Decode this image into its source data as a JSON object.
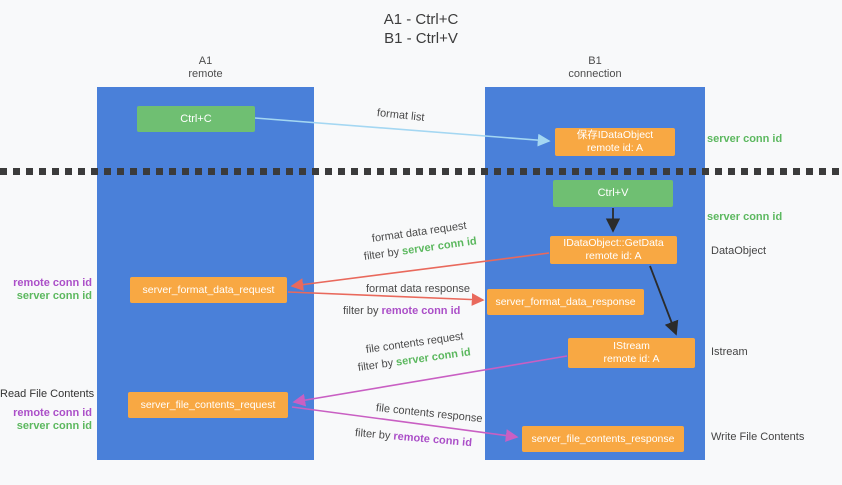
{
  "title": {
    "line1": "A1 - Ctrl+C",
    "line2": "B1 - Ctrl+V"
  },
  "lanes": {
    "left": {
      "name": "A1",
      "subtitle": "remote"
    },
    "right": {
      "name": "B1",
      "subtitle": "connection"
    }
  },
  "nodes": {
    "ctrl_c": "Ctrl+C",
    "save_idataobject": {
      "line1": "保存IDataObject",
      "line2": "remote id: A"
    },
    "ctrl_v": "Ctrl+V",
    "getdata": {
      "line1": "IDataObject::GetData",
      "line2": "remote id: A"
    },
    "format_request": "server_format_data_request",
    "format_response": "server_format_data_response",
    "istream": {
      "line1": "IStream",
      "line2": "remote id: A"
    },
    "file_request": "server_file_contents_request",
    "file_response": "server_file_contents_response"
  },
  "side_labels": {
    "server_conn_id": "server conn id",
    "remote_conn_id": "remote conn id",
    "dataobject": "DataObject",
    "istream": "Istream",
    "read_file_contents": "Read File Contents",
    "write_file_contents": "Write File Contents"
  },
  "arrow_labels": {
    "format_list": "format list",
    "format_data_request": "format data request",
    "format_data_response": "format data response",
    "file_contents_request": "file contents request",
    "file_contents_response": "file contents response",
    "filter_by": "filter by ",
    "server_conn_id": "server conn id",
    "remote_conn_id": "remote conn id"
  },
  "colors": {
    "lane_blue": "#4A80D9",
    "node_green": "#6FBF72",
    "node_orange": "#F8A843",
    "green_text": "#5CB85F",
    "purple_text": "#AB4FC8",
    "arrow_red": "#E9695C",
    "arrow_magenta": "#C95FC3",
    "arrow_blue": "#A4D7F2",
    "arrow_black": "#2B2B2B"
  }
}
